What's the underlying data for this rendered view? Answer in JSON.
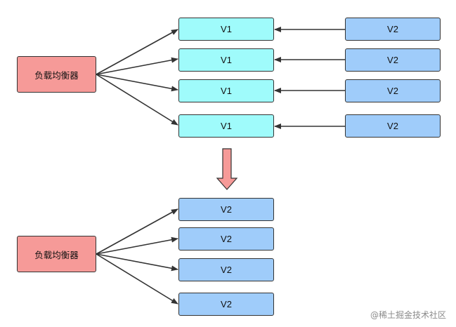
{
  "top": {
    "load_balancer": "负载均衡器",
    "servers": [
      "V1",
      "V1",
      "V1",
      "V1"
    ],
    "sources": [
      "V2",
      "V2",
      "V2",
      "V2"
    ]
  },
  "bottom": {
    "load_balancer": "负载均衡器",
    "servers": [
      "V2",
      "V2",
      "V2",
      "V2"
    ]
  },
  "colors": {
    "load_balancer_fill": "#f69a98",
    "v1_fill": "#9ffbfb",
    "v2_fill": "#9fccfa",
    "transition_arrow_fill": "#f69a98"
  },
  "watermark": "@稀土掘金技术社区"
}
